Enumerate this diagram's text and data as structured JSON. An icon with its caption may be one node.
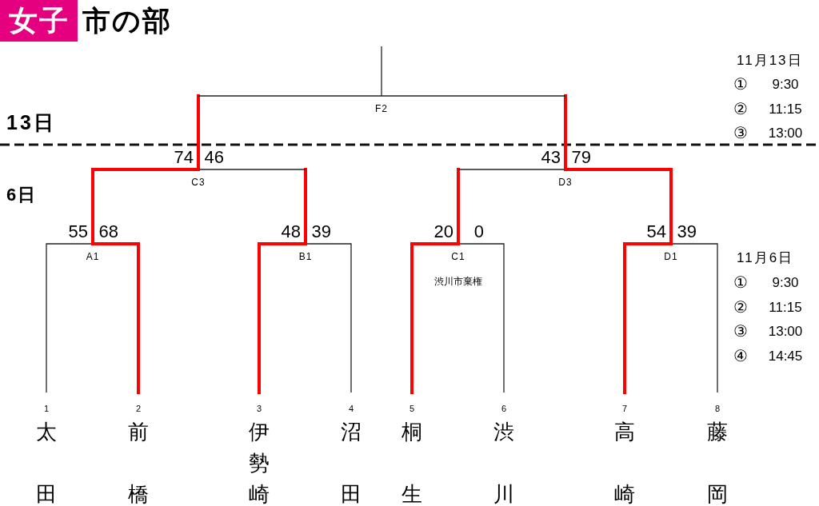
{
  "diagram": {
    "title": "市の部",
    "nodes": [
      {
        "text": [
          "F2"
        ]
      },
      {
        "text": [
          "C3"
        ]
      },
      {
        "text": [
          "D3"
        ]
      },
      {
        "text": [
          "A1"
        ]
      },
      {
        "text": [
          "B1"
        ]
      },
      {
        "text": [
          "C1"
        ],
        "beside": [
          "渋川市棄権"
        ]
      },
      {
        "text": [
          "D1"
        ]
      },
      {
        "text": [
          "太田"
        ],
        "beside": [
          "1"
        ]
      },
      {
        "text": [
          "前橋"
        ],
        "beside": [
          "2"
        ]
      },
      {
        "text": [
          "伊勢崎"
        ],
        "beside": [
          "3"
        ]
      },
      {
        "text": [
          "沼田"
        ],
        "beside": [
          "4"
        ]
      },
      {
        "text": [
          "桐生"
        ],
        "beside": [
          "5"
        ]
      },
      {
        "text": [
          "渋川"
        ],
        "beside": [
          "6"
        ]
      },
      {
        "text": [
          "高崎"
        ],
        "beside": [
          "7"
        ]
      },
      {
        "text": [
          "藤岡"
        ],
        "beside": [
          "8"
        ]
      }
    ],
    "edges": [
      {
        "from": 7,
        "to": 3,
        "arrow": "none",
        "label": "55"
      },
      {
        "from": 8,
        "to": 3,
        "arrow": "none",
        "label": "68",
        "style": "thick",
        "color": "#ff0000"
      },
      {
        "from": 9,
        "to": 4,
        "arrow": "none",
        "label": "48",
        "style": "thick",
        "color": "#ff0000"
      },
      {
        "from": 10,
        "to": 4,
        "arrow": "none",
        "label": "39"
      },
      {
        "from": 11,
        "to": 5,
        "arrow": "none",
        "label": "20",
        "style": "thick",
        "color": "#ff0000"
      },
      {
        "from": 12,
        "to": 5,
        "arrow": "none",
        "label": "0"
      },
      {
        "from": 13,
        "to": 6,
        "arrow": "none",
        "label": "54",
        "style": "thick",
        "color": "#ff0000"
      },
      {
        "from": 14,
        "to": 6,
        "arrow": "none",
        "label": "39"
      },
      {
        "from": 3,
        "to": 1,
        "arrow": "none",
        "label": "74",
        "style": "thick",
        "color": "#ff0000"
      },
      {
        "from": 4,
        "to": 1,
        "arrow": "none",
        "label": "46"
      },
      {
        "from": 5,
        "to": 2,
        "arrow": "none",
        "label": "43"
      },
      {
        "from": 6,
        "to": 2,
        "arrow": "none",
        "label": "79",
        "style": "thick",
        "color": "#ff0000"
      },
      {
        "from": 1,
        "to": 0,
        "arrow": "none"
      },
      {
        "from": 2,
        "to": 0,
        "arrow": "none"
      },
      {
        "from": 0,
        "to": null,
        "arrow": "none"
      }
    ],
    "labels": [
      "女子",
      "13日",
      "6日",
      "11月13日",
      "①",
      "9:30",
      "②",
      "11:15",
      "③",
      "13:00",
      "11月6日",
      "①",
      "9:30",
      "②",
      "11:15",
      "③",
      "13:00",
      "④",
      "14:45"
    ]
  }
}
